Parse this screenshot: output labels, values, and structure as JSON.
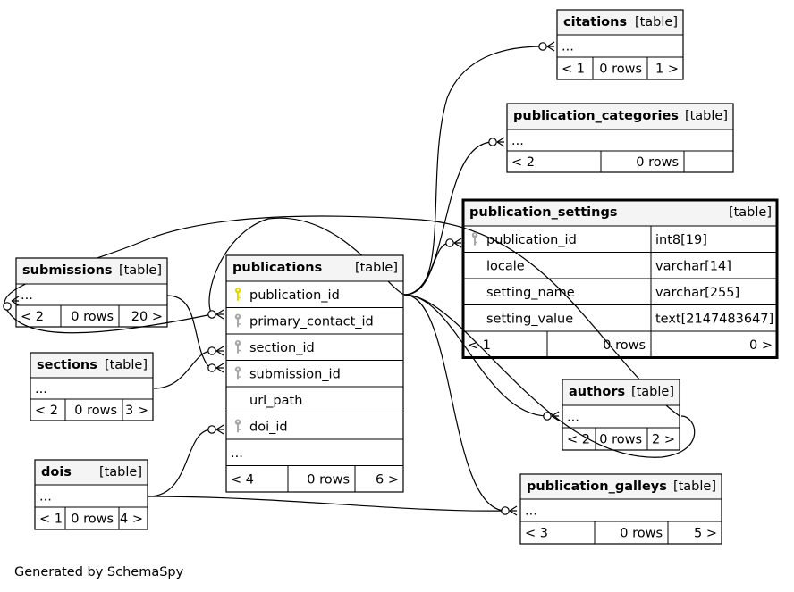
{
  "footer": "Generated by SchemaSpy",
  "colors": {
    "header_fill": "#f4f4f4",
    "primary_key": "#e8d800",
    "foreign_key": "#a8a8a8",
    "line": "#000000"
  },
  "tables": [
    {
      "id": "citations",
      "name": "citations",
      "kind": "[table]",
      "columns": [],
      "more": "...",
      "footer": [
        "< 1",
        "0 rows",
        "1 >"
      ]
    },
    {
      "id": "publication_categories",
      "name": "publication_categories",
      "kind": "[table]",
      "columns": [],
      "more": "...",
      "footer": [
        "< 2",
        "0 rows",
        ""
      ]
    },
    {
      "id": "publication_settings",
      "name": "publication_settings",
      "kind": "[table]",
      "focused": true,
      "columns": [
        {
          "name": "publication_id",
          "type": "int8[19]",
          "key": "foreign"
        },
        {
          "name": "locale",
          "type": "varchar[14]",
          "key": ""
        },
        {
          "name": "setting_name",
          "type": "varchar[255]",
          "key": ""
        },
        {
          "name": "setting_value",
          "type": "text[2147483647]",
          "key": ""
        }
      ],
      "more": "",
      "footer": [
        "< 1",
        "0 rows",
        "0 >"
      ]
    },
    {
      "id": "submissions",
      "name": "submissions",
      "kind": "[table]",
      "columns": [],
      "more": "...",
      "footer": [
        "< 2",
        "0 rows",
        "20 >"
      ]
    },
    {
      "id": "publications",
      "name": "publications",
      "kind": "[table]",
      "columns": [
        {
          "name": "publication_id",
          "key": "primary"
        },
        {
          "name": "primary_contact_id",
          "key": "foreign"
        },
        {
          "name": "section_id",
          "key": "foreign"
        },
        {
          "name": "submission_id",
          "key": "foreign"
        },
        {
          "name": "url_path",
          "key": ""
        },
        {
          "name": "doi_id",
          "key": "foreign"
        }
      ],
      "more": "...",
      "footer": [
        "< 4",
        "0 rows",
        "6 >"
      ]
    },
    {
      "id": "sections",
      "name": "sections",
      "kind": "[table]",
      "columns": [],
      "more": "...",
      "footer": [
        "< 2",
        "0 rows",
        "3 >"
      ]
    },
    {
      "id": "authors",
      "name": "authors",
      "kind": "[table]",
      "columns": [],
      "more": "...",
      "footer": [
        "< 2",
        "0 rows",
        "2 >"
      ]
    },
    {
      "id": "dois",
      "name": "dois",
      "kind": "[table]",
      "columns": [],
      "more": "...",
      "footer": [
        "< 1",
        "0 rows",
        "4 >"
      ]
    },
    {
      "id": "publication_galleys",
      "name": "publication_galleys",
      "kind": "[table]",
      "columns": [],
      "more": "...",
      "footer": [
        "< 3",
        "0 rows",
        "5 >"
      ]
    }
  ],
  "relationships": [
    {
      "from": "publications.publication_id",
      "to": "citations"
    },
    {
      "from": "publications.publication_id",
      "to": "publication_categories"
    },
    {
      "from": "publications.publication_id",
      "to": "publication_settings.publication_id"
    },
    {
      "from": "publications.publication_id",
      "to": "authors"
    },
    {
      "from": "publications.publication_id",
      "to": "publication_galleys"
    },
    {
      "from": "submissions",
      "to": "publications.submission_id"
    },
    {
      "from": "sections",
      "to": "publications.section_id"
    },
    {
      "from": "dois",
      "to": "publications.doi_id"
    },
    {
      "from": "dois",
      "to": "publication_galleys"
    },
    {
      "from": "authors",
      "to": "publications.primary_contact_id"
    },
    {
      "from": "publications.publication_id",
      "to": "submissions"
    }
  ]
}
